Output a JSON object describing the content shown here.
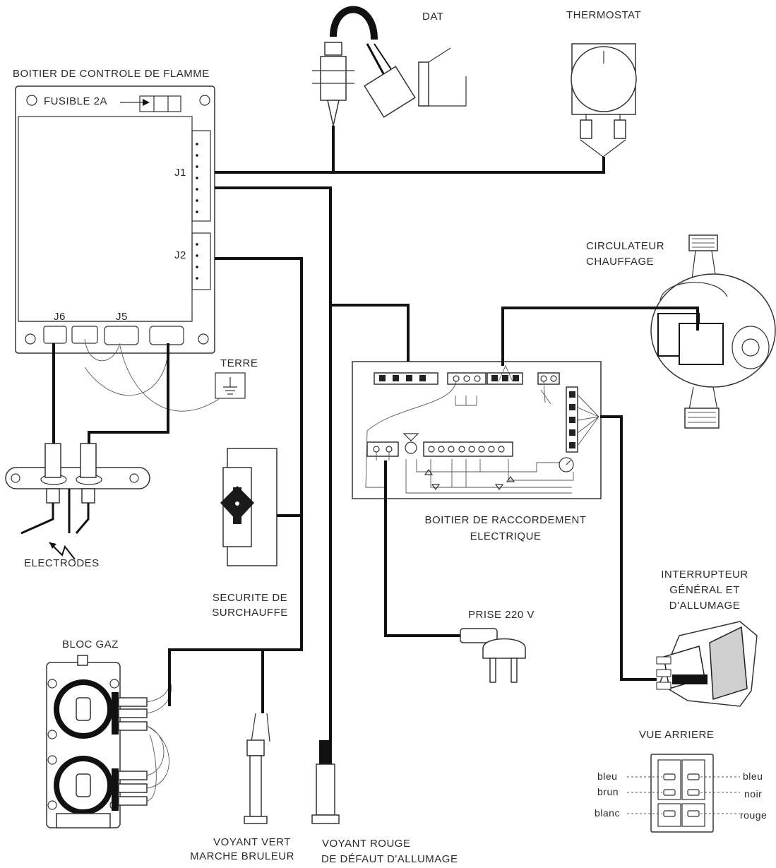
{
  "labels": {
    "dat": "DAT",
    "thermostat": "THERMOSTAT",
    "flame_box": "BOITIER DE CONTROLE DE FLAMME",
    "fuse": "FUSIBLE 2A",
    "j1": "J1",
    "j2": "J2",
    "j6": "J6",
    "j5": "J5",
    "terre": "TERRE",
    "circulator_line1": "CIRCULATEUR",
    "circulator_line2": "CHAUFFAGE",
    "electrodes": "ELECTRODES",
    "raccordement_line1": "BOITIER DE RACCORDEMENT",
    "raccordement_line2": "ELECTRIQUE",
    "securite_line1": "SECURITE DE",
    "securite_line2": "SURCHAUFFE",
    "interrupteur_line1": "INTERRUPTEUR",
    "interrupteur_line2": "GÉNÉRAL ET",
    "interrupteur_line3": "D'ALLUMAGE",
    "prise": "PRISE 220 V",
    "bloc_gaz": "BLOC GAZ",
    "vue_arriere": "VUE ARRIERE",
    "voyant_vert_line1": "VOYANT VERT",
    "voyant_vert_line2": "MARCHE BRULEUR",
    "voyant_rouge_line1": "VOYANT ROUGE",
    "voyant_rouge_line2": "DE DÉFAUT D'ALLUMAGE"
  },
  "switch_terminals": {
    "left": [
      "bleu",
      "brun",
      "blanc"
    ],
    "right": [
      "bleu",
      "noir",
      "rouge"
    ]
  }
}
